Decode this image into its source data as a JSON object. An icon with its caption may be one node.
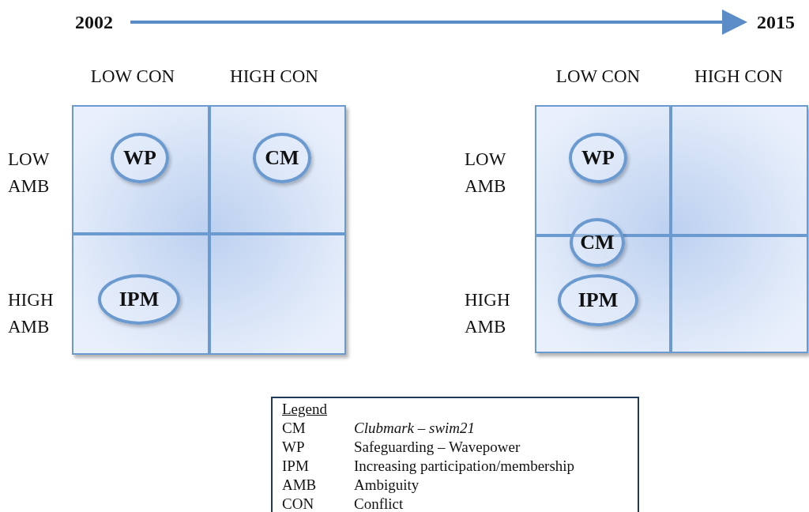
{
  "diagram": {
    "nodes": [
      {
        "text": [
          "2002"
        ]
      },
      {
        "text": [
          "2015"
        ]
      },
      {
        "text": [
          "WP"
        ]
      },
      {
        "text": [
          "CM"
        ]
      },
      {
        "text": [
          "IPM"
        ]
      },
      {
        "text": [
          "WP"
        ]
      },
      {
        "text": [
          "CM"
        ]
      },
      {
        "text": [
          "IPM"
        ]
      }
    ],
    "edges": [
      {
        "from": 0,
        "to": 1,
        "arrow": "to"
      }
    ],
    "labels": [
      "LOW CON",
      "HIGH CON",
      "LOW CON",
      "HIGH CON",
      "LOW AMB",
      "LOW AMB",
      "HIGH AMB",
      "HIGH AMB",
      "Legend",
      "CM",
      "Clubmark – swim21",
      "WP",
      "Safeguarding – Wavepower",
      "IPM",
      "Increasing participation/membership",
      "AMB",
      "Ambiguity",
      "CON",
      "Conflict"
    ]
  }
}
